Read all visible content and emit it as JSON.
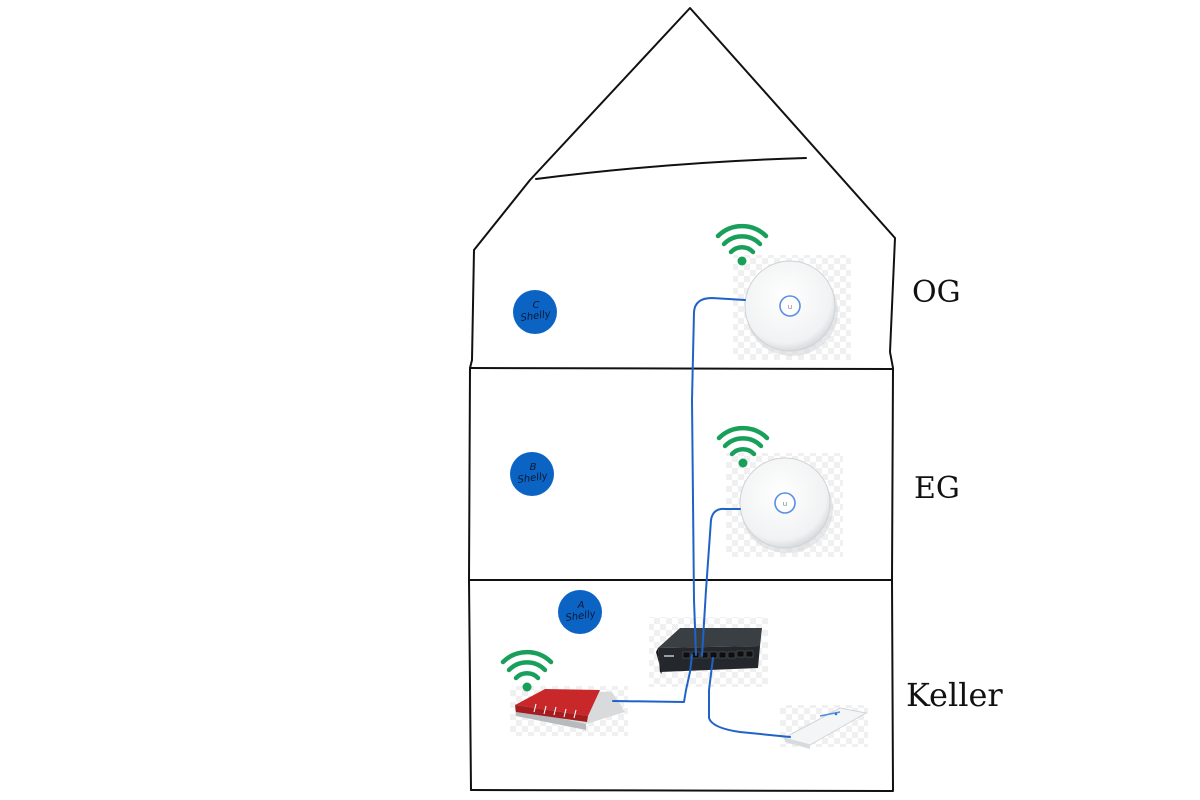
{
  "floors": [
    {
      "id": "og",
      "label": "OG",
      "shelly": {
        "letter": "C",
        "text": "Shelly"
      }
    },
    {
      "id": "eg",
      "label": "EG",
      "shelly": {
        "letter": "B",
        "text": "Shelly"
      }
    },
    {
      "id": "keller",
      "label": "Keller",
      "shelly": {
        "letter": "A",
        "text": "Shelly"
      }
    }
  ],
  "colors": {
    "outline": "#111111",
    "cable": "#1f63c8",
    "wifi": "#18a05a",
    "shelly": "#0b64c4",
    "router_red": "#c8282a",
    "switch_body": "#2b2f33"
  },
  "icons": {
    "wifi": "wifi-icon",
    "access_point": "ubiquiti-access-point-icon",
    "router": "fritzbox-router-icon",
    "switch": "network-switch-icon",
    "controller": "cloud-key-controller-icon"
  }
}
